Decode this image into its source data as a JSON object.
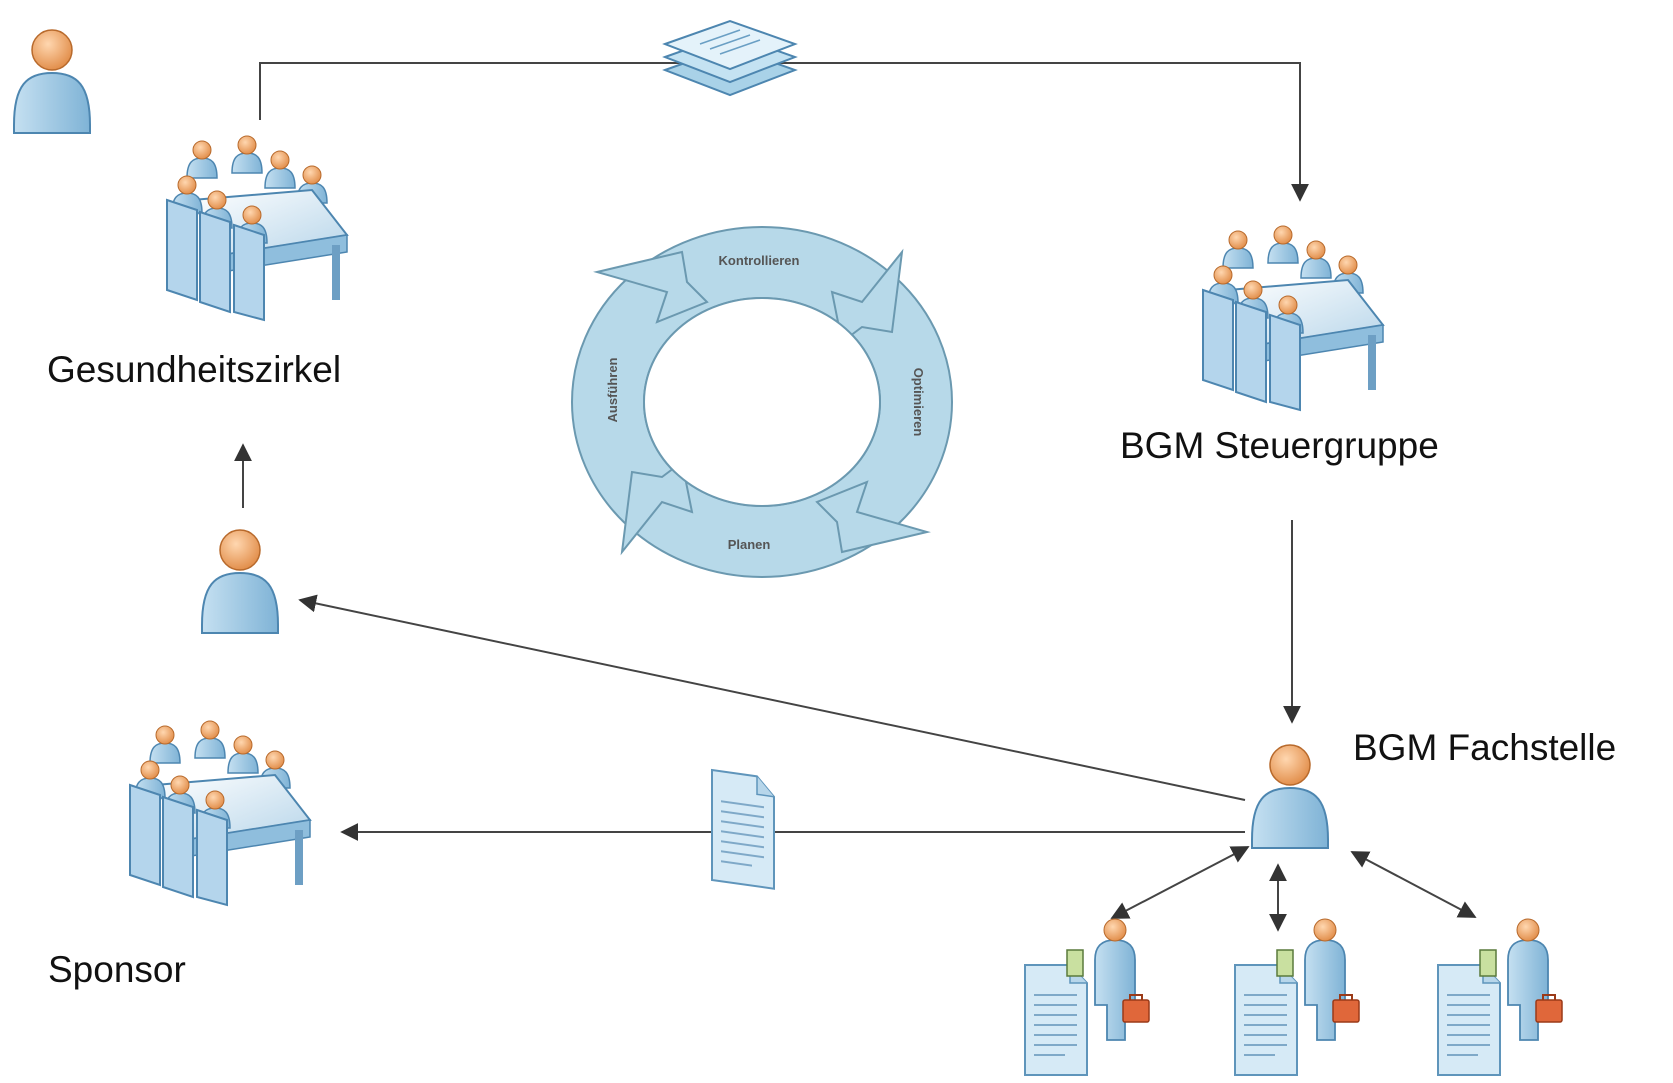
{
  "labels": {
    "gesundheitszirkel": "Gesundheitszirkel",
    "steuergruppe": "BGM Steuergruppe",
    "fachstelle": "BGM Fachstelle",
    "sponsor": "Sponsor"
  },
  "cycle": {
    "top": "Kontrollieren",
    "right": "Optimieren",
    "bottom": "Planen",
    "left": "Ausführen"
  },
  "colors": {
    "figure_fill": "#9ec9e4",
    "figure_stroke": "#4d86b0",
    "head": "#f1a96b",
    "cycle_fill": "#b7d9e9",
    "cycle_stroke": "#6b99b0",
    "arrow": "#444444",
    "briefcase": "#e0673a"
  },
  "icons": [
    "person-icon",
    "meeting-group-icon",
    "document-stack-icon",
    "document-icon",
    "worker-icon",
    "cycle-arrows-icon"
  ]
}
